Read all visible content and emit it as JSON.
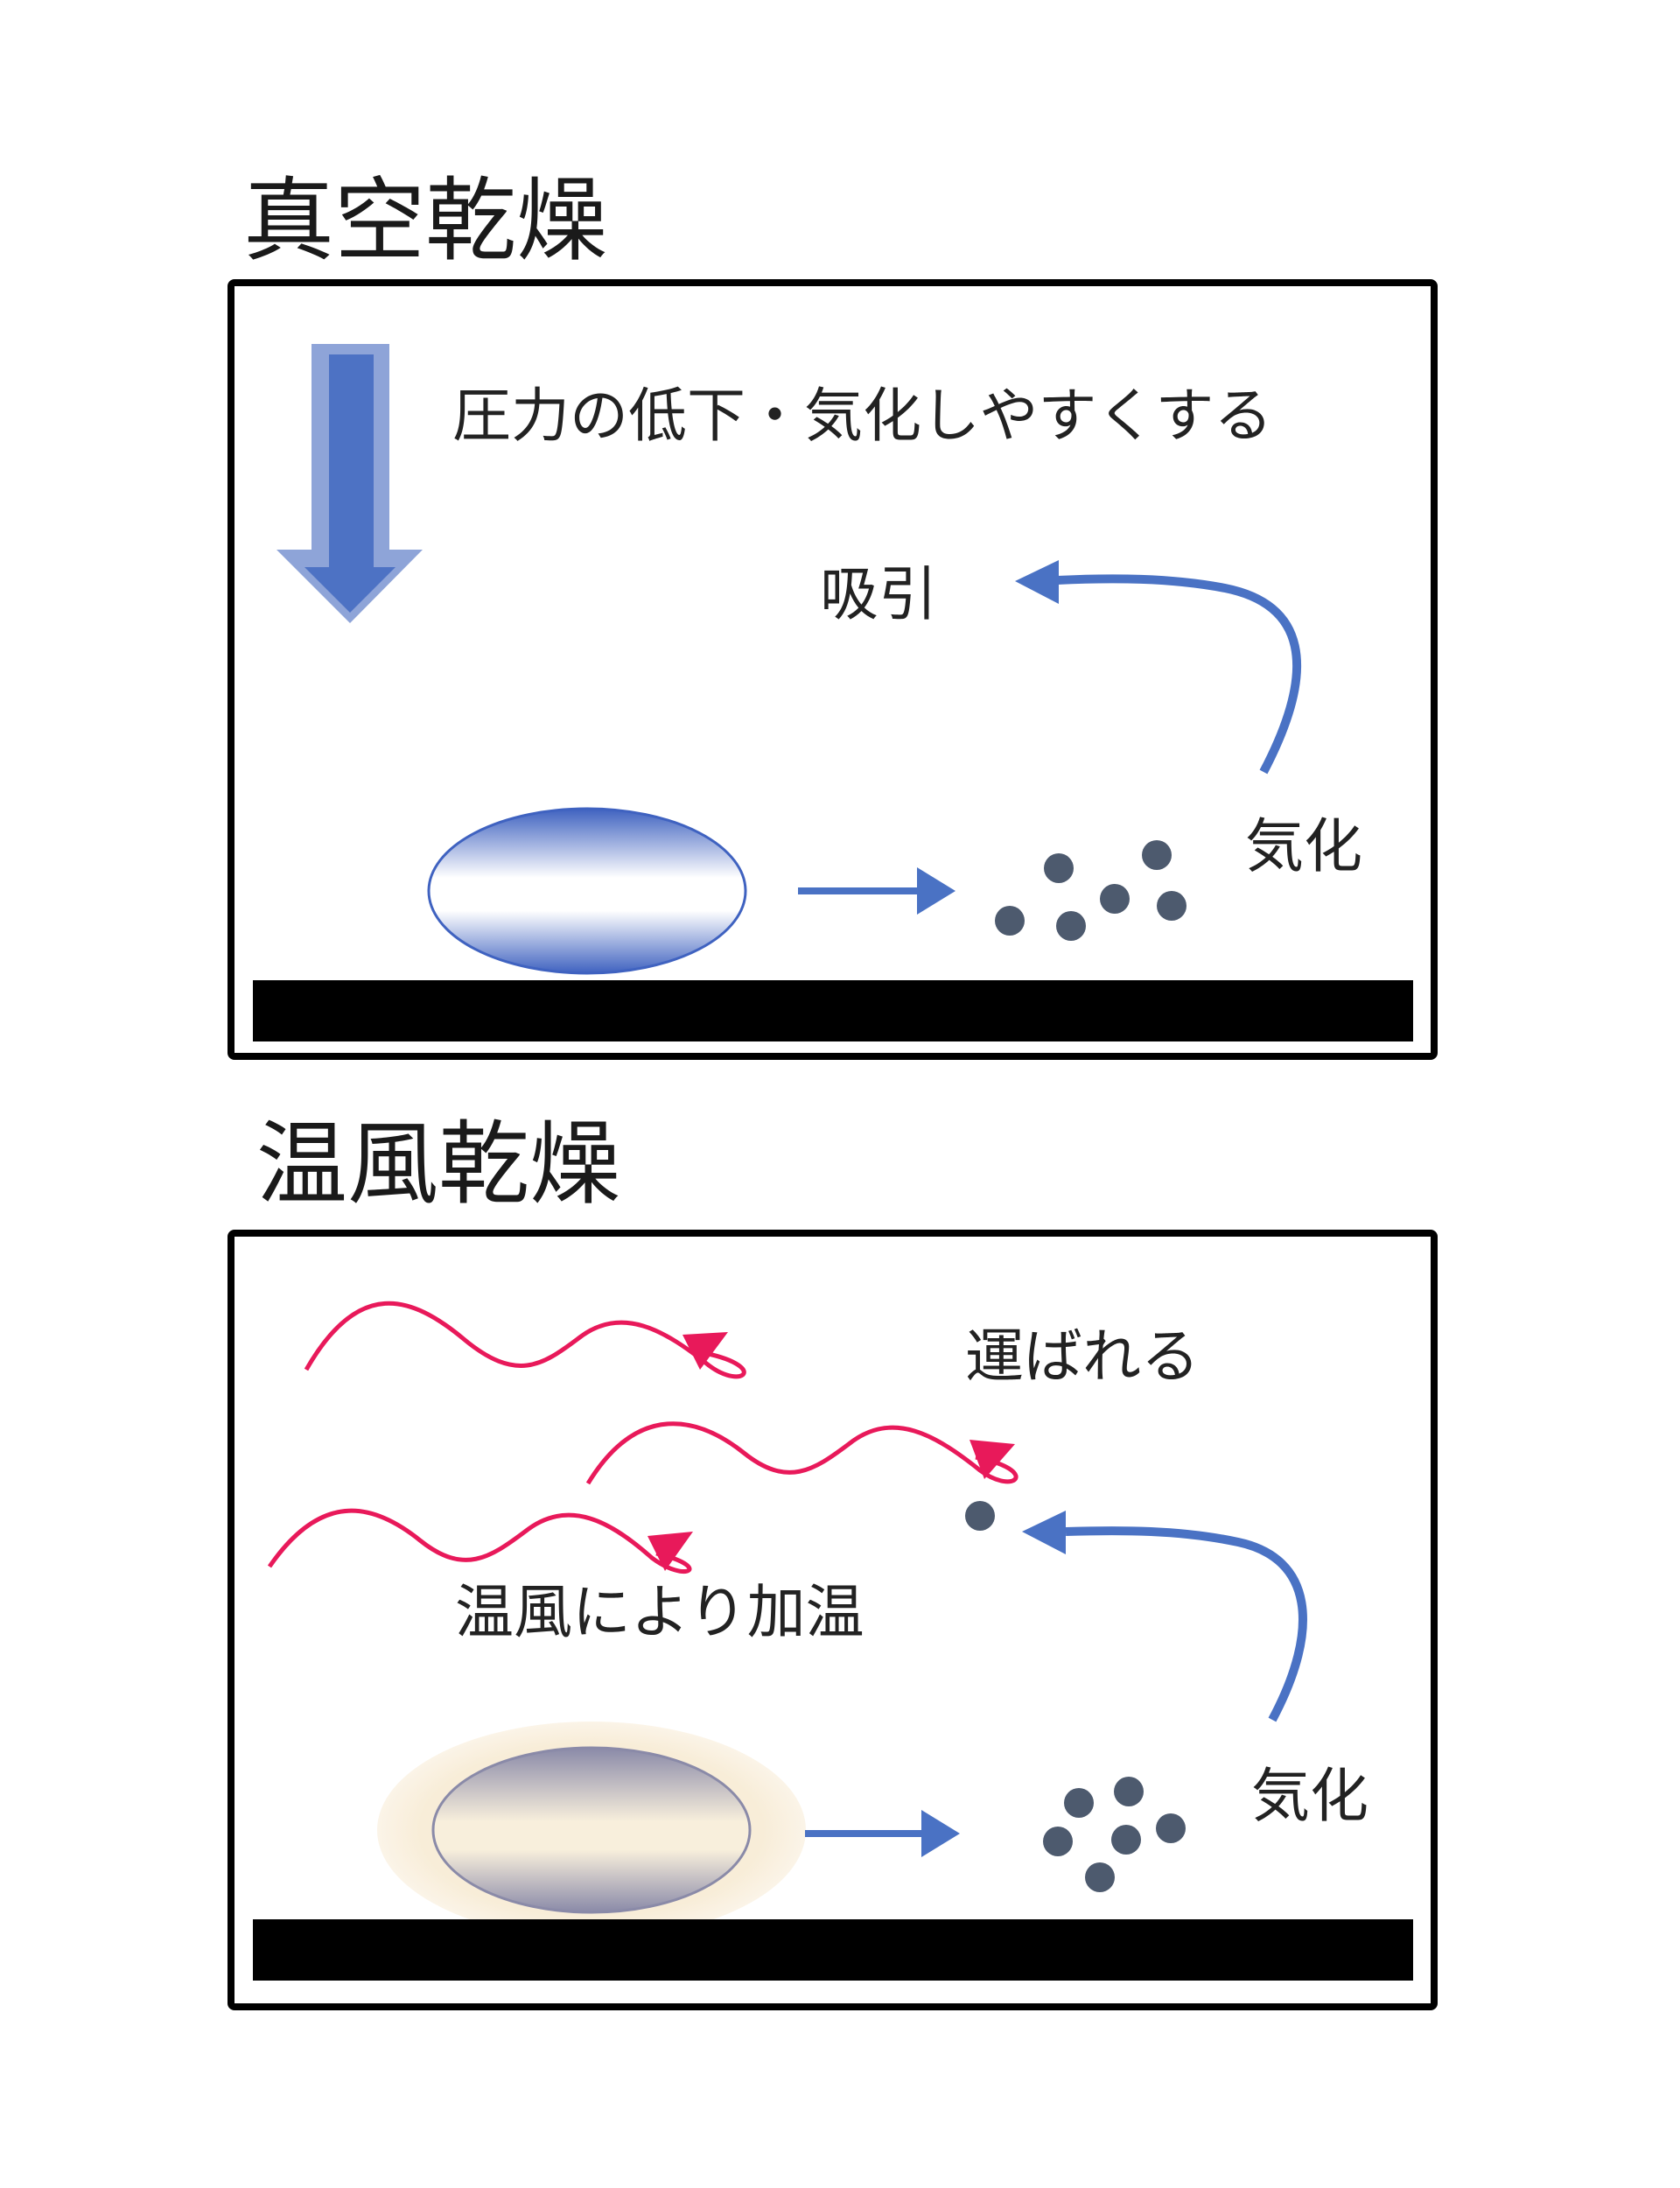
{
  "colors": {
    "frame": "#000000",
    "blue_arrow": "#4a72c4",
    "pressure_arrow": "#4d72c4",
    "pressure_arrow_outline": "#8ea4d8",
    "particle": "#4d5a6e",
    "warm_wave": "#e8195a",
    "warm_glow": "#f8edd8",
    "droplet_cold": "#3f62c0",
    "droplet_hot": "#8a8aa8"
  },
  "vacuum": {
    "title": "真空乾燥",
    "pressure_label": "圧力の低下・気化しやすくする",
    "suction_label": "吸引",
    "vaporize_label": "気化"
  },
  "hot_air": {
    "title": "温風乾燥",
    "carried_label": "運ばれる",
    "heating_label": "温風により加温",
    "vaporize_label": "気化"
  },
  "icons": {
    "pressure_arrow": "down-arrow-icon",
    "suction_arrow": "curved-arrow-icon",
    "process_arrow": "right-arrow-icon",
    "warm_air": "wavy-arrow-icon"
  }
}
